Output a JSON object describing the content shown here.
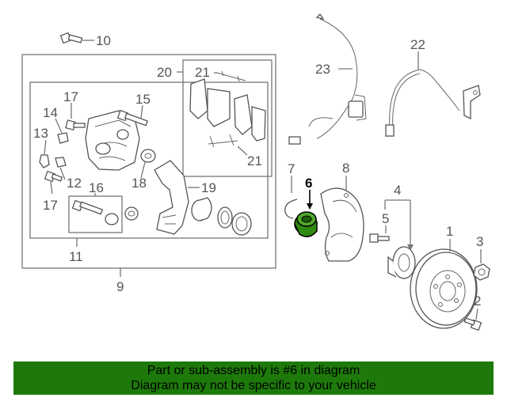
{
  "callouts": {
    "c1": "1",
    "c2": "2",
    "c3": "3",
    "c4": "4",
    "c5": "5",
    "c6": "6",
    "c7": "7",
    "c8": "8",
    "c9": "9",
    "c10": "10",
    "c11": "11",
    "c12": "12",
    "c13": "13",
    "c14": "14",
    "c15": "15",
    "c16": "16",
    "c17a": "17",
    "c17b": "17",
    "c18": "18",
    "c19": "19",
    "c20": "20",
    "c21a": "21",
    "c21b": "21",
    "c22": "22",
    "c23": "23"
  },
  "highlight_color": "#1d7a0a",
  "highlighted_part": "6",
  "banner": {
    "line1": "Part or sub-assembly is #6 in diagram",
    "line2": "Diagram may not be specific to your vehicle"
  }
}
